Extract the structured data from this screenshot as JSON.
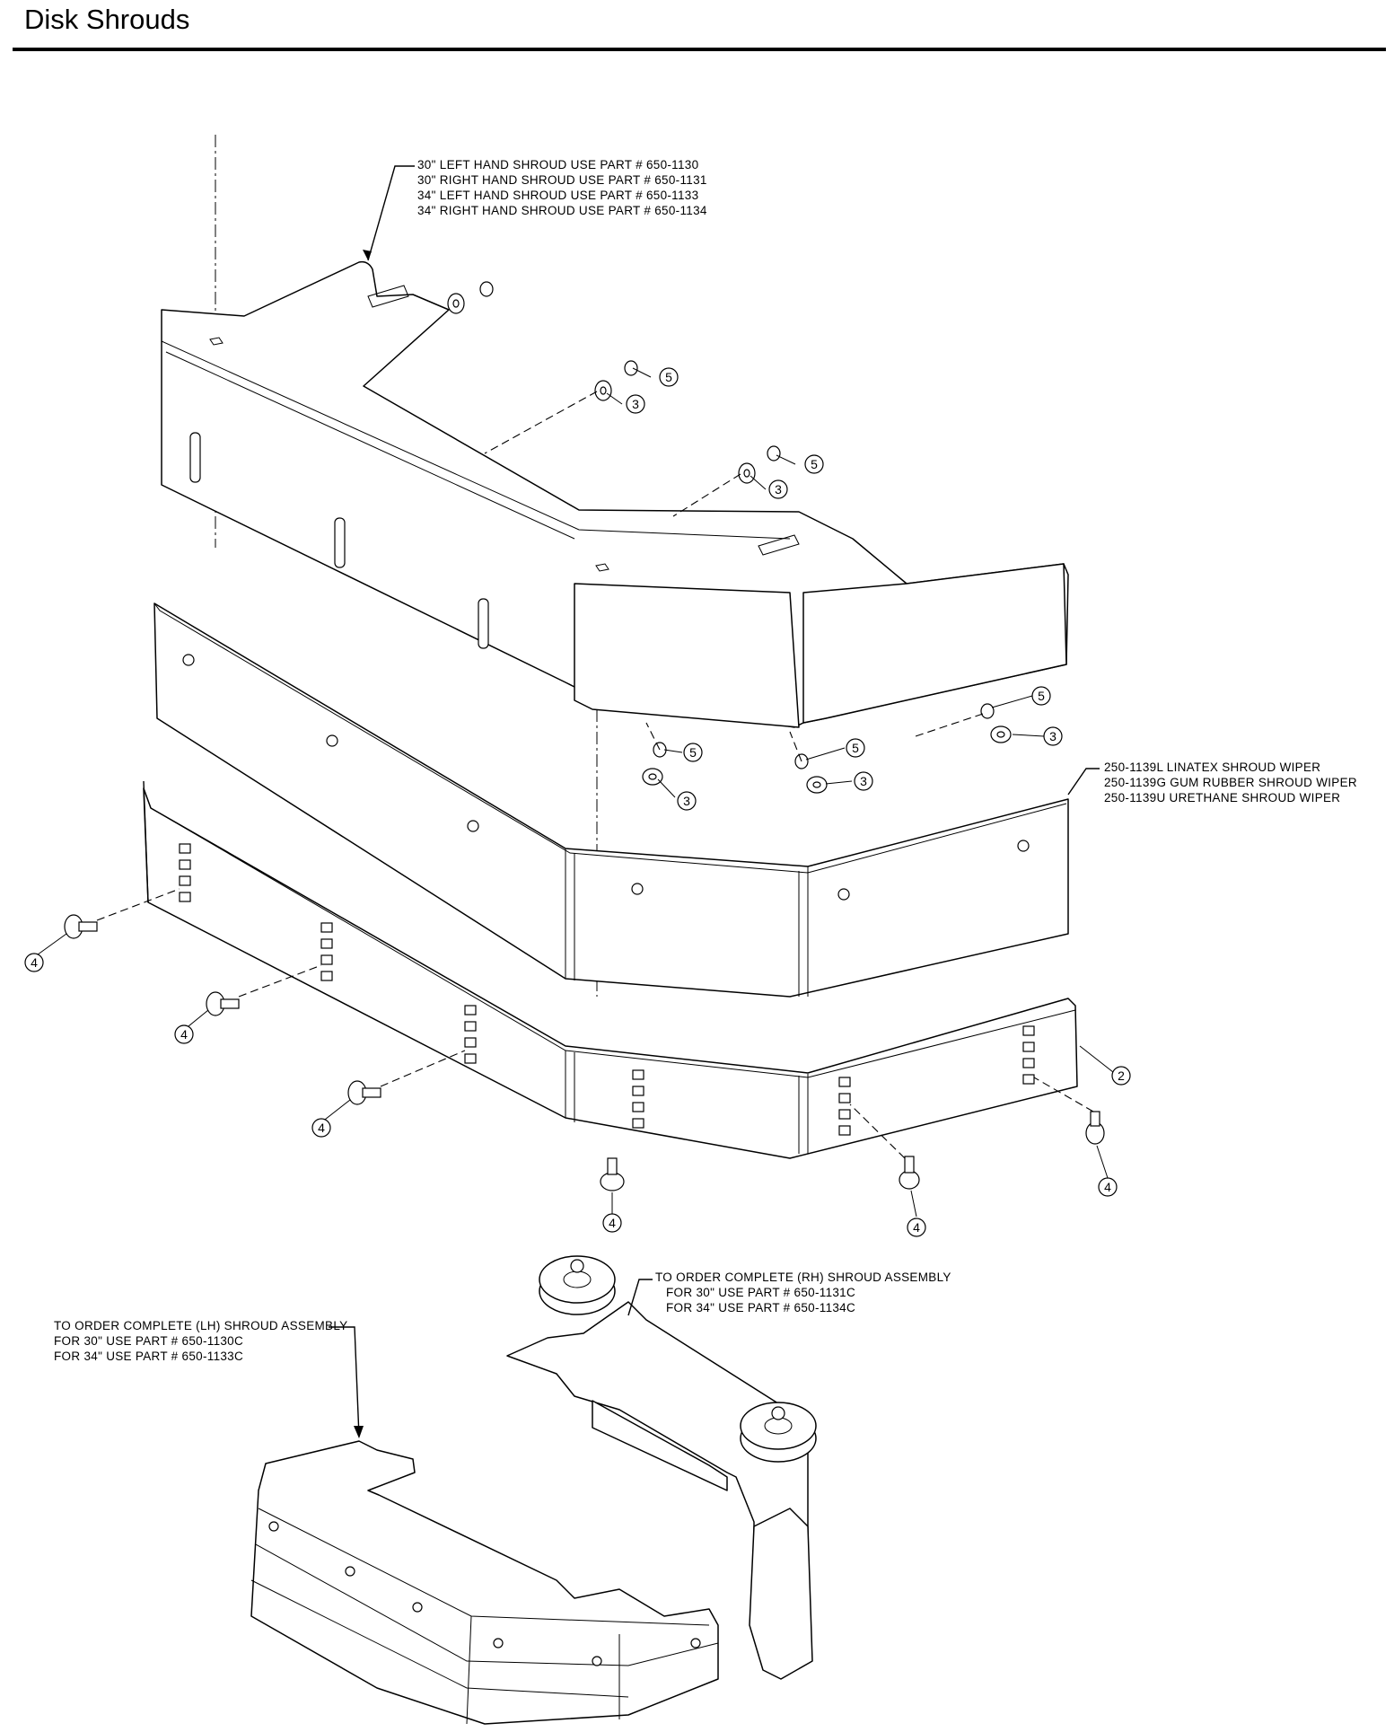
{
  "title": "Disk Shrouds",
  "notes": {
    "shroud_parts": [
      "30\" LEFT HAND SHROUD USE PART # 650-1130",
      "30\" RIGHT HAND SHROUD USE PART # 650-1131",
      "34\" LEFT HAND SHROUD USE PART # 650-1133",
      "34\" RIGHT HAND SHROUD USE PART # 650-1134"
    ],
    "wiper_parts": [
      "250-1139L LINATEX SHROUD WIPER",
      "250-1139G GUM RUBBER SHROUD WIPER",
      "250-1139U URETHANE SHROUD WIPER"
    ],
    "rh_assembly": [
      "TO ORDER COMPLETE (RH) SHROUD ASSEMBLY",
      "FOR 30\" USE PART # 650-1131C",
      "FOR 34\" USE PART # 650-1134C"
    ],
    "lh_assembly": [
      "TO ORDER COMPLETE (LH) SHROUD ASSEMBLY",
      "FOR 30\"  USE PART # 650-1130C",
      "FOR 34\"  USE PART # 650-1133C"
    ]
  },
  "callouts": [
    "5",
    "3",
    "5",
    "3",
    "5",
    "3",
    "5",
    "3",
    "5",
    "3",
    "2",
    "4",
    "4",
    "4",
    "4",
    "4",
    "4"
  ]
}
